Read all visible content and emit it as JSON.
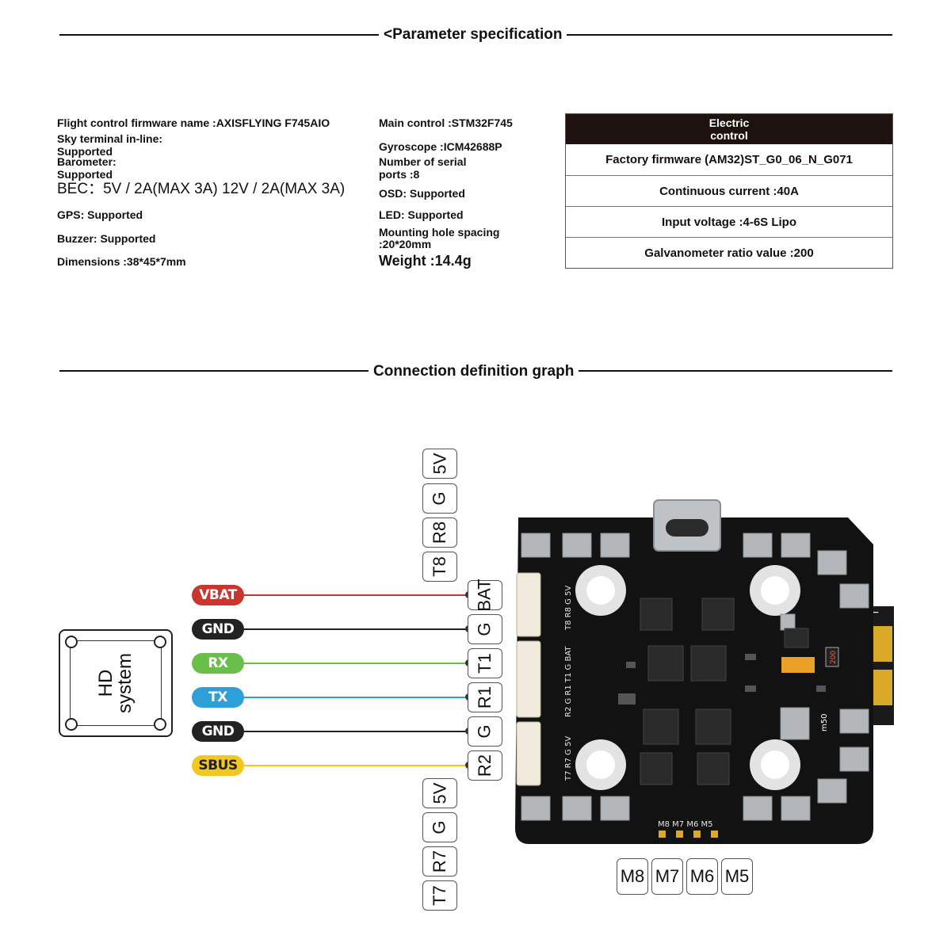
{
  "sections": {
    "parameters_title": "<Parameter specification",
    "connection_title": "Connection definition graph"
  },
  "specs_left": [
    {
      "text": "Flight control firmware name :AXISFLYING F745AIO"
    },
    {
      "text": "Sky terminal in-line:"
    },
    {
      "text": "Supported"
    },
    {
      "text": "Barometer:"
    },
    {
      "text": "Supported"
    },
    {
      "text": "BEC：5V / 2A(MAX 3A)  12V / 2A(MAX 3A)"
    },
    {
      "text": "GPS: Supported"
    },
    {
      "text": "Buzzer: Supported"
    },
    {
      "text": "Dimensions :38*45*7mm"
    }
  ],
  "specs_mid": [
    {
      "text": "Main control :STM32F745"
    },
    {
      "text": "Gyroscope :ICM42688P"
    },
    {
      "text": "Number of serial"
    },
    {
      "text": "ports :8"
    },
    {
      "text": "OSD: Supported"
    },
    {
      "text": "LED: Supported"
    },
    {
      "text": "Mounting hole spacing"
    },
    {
      "text": ":20*20mm"
    },
    {
      "text": "Weight :14.4g"
    }
  ],
  "electric_control": {
    "header_line1": "Electric",
    "header_line2": "control",
    "rows": [
      "Factory firmware (AM32)ST_G0_06_N_G071",
      "Continuous current :40A",
      "Input voltage :4-6S Lipo",
      "Galvanometer ratio value :200"
    ]
  },
  "hd_system": {
    "line1": "HD",
    "line2": "system"
  },
  "wires": [
    {
      "label": "VBAT",
      "color": "#c8372d",
      "text_color": "#ffffff"
    },
    {
      "label": "GND",
      "color": "#222222",
      "text_color": "#ffffff"
    },
    {
      "label": "RX",
      "color": "#6abf4b",
      "text_color": "#ffffff"
    },
    {
      "label": "TX",
      "color": "#2f9fd8",
      "text_color": "#ffffff"
    },
    {
      "label": "GND",
      "color": "#222222",
      "text_color": "#ffffff"
    },
    {
      "label": "SBUS",
      "color": "#f2c81e",
      "text_color": "#222222"
    }
  ],
  "top_pins": [
    "5V",
    "G",
    "R8",
    "T8"
  ],
  "side_pins": [
    "BAT",
    "G",
    "T1",
    "R1",
    "G",
    "R2"
  ],
  "bottom_pins": [
    "5V",
    "G",
    "R7",
    "T7"
  ],
  "motor_pins": [
    "M8",
    "M7",
    "M6",
    "M5"
  ],
  "board": {
    "silk_left_top": "T8 R8 G 5V",
    "silk_left_mid": "R2 G R1 T1 G BAT",
    "silk_left_bot": "T7 R7 G 5V",
    "silk_motors": "M8 M7 M6 M5",
    "resistor_marking": "200",
    "component_marking": "m50"
  }
}
